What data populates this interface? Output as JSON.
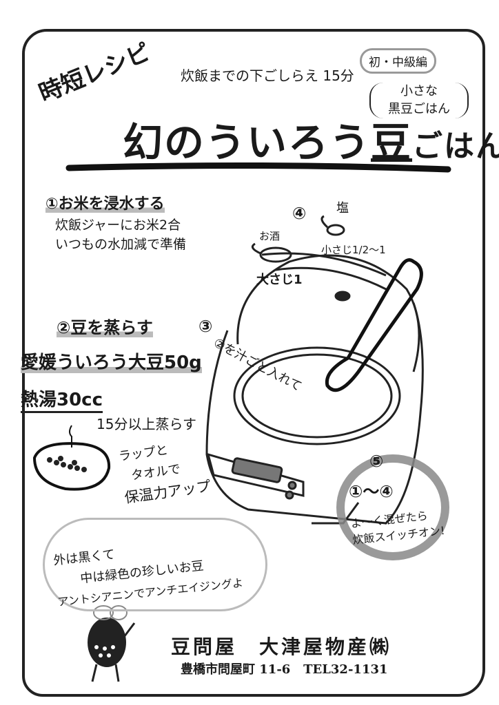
{
  "header": {
    "badge": "時短レシピ",
    "subtitle": "炊飯までの下ごしらえ 15分",
    "level": "初・中級編",
    "title_main": "幻のういろう",
    "title_mame": "豆",
    "title_end": "ごはん",
    "side_note_1": "小さな",
    "side_note_2": "黒豆ごはん"
  },
  "steps": {
    "step1": {
      "title": "①お米を浸水する",
      "lines": [
        "炊飯ジャーにお米2合",
        "いつもの水加減で準備"
      ]
    },
    "step2": {
      "title": "②豆を蒸らす",
      "ingredients": [
        "愛媛ういろう大豆50g",
        "熱湯30cc"
      ],
      "note": "15分以上蒸らす",
      "tip": [
        "ラップと",
        "タオルで",
        "保温力アップ"
      ]
    },
    "step3": {
      "number": "③",
      "text": "②を汁ごと入れて"
    },
    "step4": {
      "number": "④",
      "sake_label": "お酒",
      "sake_amount": "大さじ1",
      "salt_label": "塩",
      "salt_amount": "小さじ1/2〜1"
    },
    "step5": {
      "number": "⑤",
      "range": "①〜④",
      "lines": [
        "よ〜く混ぜたら",
        "炊飯スイッチオン!"
      ]
    }
  },
  "bubble": {
    "lines": [
      "外は黒くて",
      "中は緑色の珍しいお豆",
      "アントシアニンでアンチエイジングよ"
    ]
  },
  "footer": {
    "company": "豆問屋　大津屋物産㈱",
    "address": "豊橋市問屋町 11-6",
    "tel": "TEL32-1131"
  }
}
